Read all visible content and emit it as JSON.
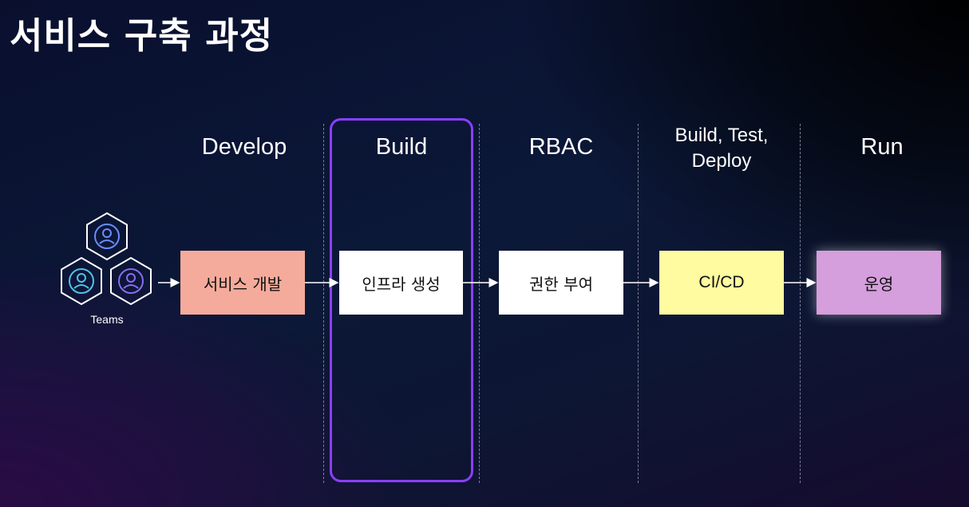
{
  "title": "서비스 구축 과정",
  "stages": [
    {
      "label": "Develop"
    },
    {
      "label": "Build"
    },
    {
      "label": "RBAC"
    },
    {
      "label_line1": "Build, Test,",
      "label_line2": "Deploy"
    },
    {
      "label": "Run"
    }
  ],
  "steps": {
    "develop": "서비스 개발",
    "build": "인프라 생성",
    "rbac": "권한 부여",
    "cicd": "CI/CD",
    "run": "운영"
  },
  "teams": {
    "label": "Teams",
    "icon": "user-group-hexagon-icon"
  },
  "colors": {
    "develop_box": "#f4ab9b",
    "build_box": "#ffffff",
    "rbac_box": "#ffffff",
    "cicd_box": "#fefba0",
    "run_box": "#d59edc",
    "highlight": "#8a3ffc"
  }
}
